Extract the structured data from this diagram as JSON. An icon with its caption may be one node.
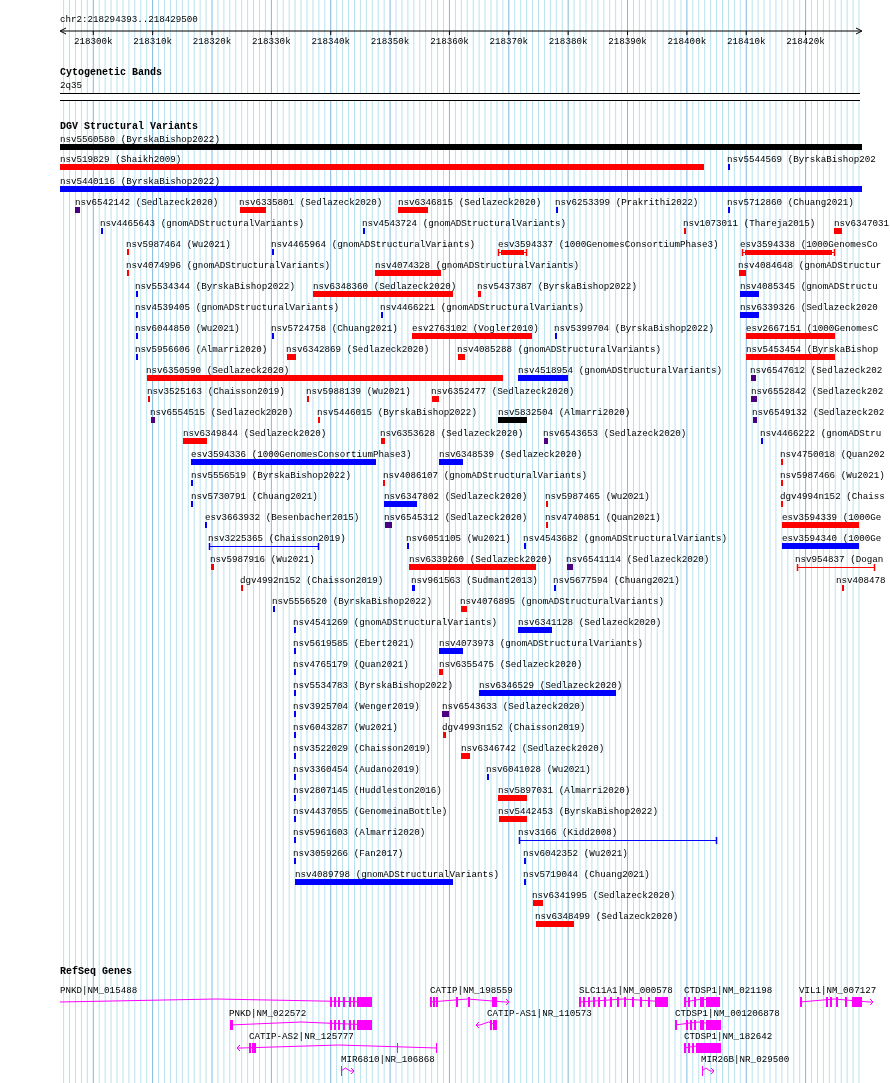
{
  "diagram": {
    "nodes": [
      {
        "text": [
          "2q35"
        ]
      },
      {
        "text": [
          "nsv5560580 (ByrskaBishop2022)"
        ]
      },
      {
        "text": [
          "nsv519829 (Shaikh2009)"
        ]
      },
      {
        "text": [
          "nsv5544569 (ByrskaBishop202"
        ]
      },
      {
        "text": [
          "nsv5440116 (ByrskaBishop2022)"
        ]
      },
      {
        "text": [
          "nsv6542142 (Sedlazeck2020)"
        ]
      },
      {
        "text": [
          "nsv6335801 (Sedlazeck2020)"
        ]
      },
      {
        "text": [
          "nsv6346815 (Sedlazeck2020)"
        ]
      },
      {
        "text": [
          "nsv6253399 (Prakrithi2022)"
        ]
      },
      {
        "text": [
          "nsv5712860 (Chuang2021)"
        ]
      },
      {
        "text": [
          "nsv4465643 (gnomADStructuralVariants)"
        ]
      },
      {
        "text": [
          "nsv4543724 (gnomADStructuralVariants)"
        ]
      },
      {
        "text": [
          "nsv1073011 (Thareja2015)"
        ]
      },
      {
        "text": [
          "nsv6347031"
        ]
      },
      {
        "text": [
          "nsv5987464 (Wu2021)"
        ]
      },
      {
        "text": [
          "nsv4465964 (gnomADStructuralVariants)"
        ]
      },
      {
        "text": [
          "esv3594337 (1000GenomesConsortiumPhase3)"
        ]
      },
      {
        "text": [
          "esv3594338 (1000GenomesCo"
        ]
      },
      {
        "text": [
          "nsv4074996 (gnomADStructuralVariants)"
        ]
      },
      {
        "text": [
          "nsv4074328 (gnomADStructuralVariants)"
        ]
      },
      {
        "text": [
          "nsv4084648 (gnomADStructur"
        ]
      },
      {
        "text": [
          "nsv5534344 (ByrskaBishop2022)"
        ]
      },
      {
        "text": [
          "nsv6348360 (Sedlazeck2020)"
        ]
      },
      {
        "text": [
          "nsv5437387 (ByrskaBishop2022)"
        ]
      },
      {
        "text": [
          "nsv4085345 (gnomADStructu"
        ]
      },
      {
        "text": [
          "nsv4539405 (gnomADStructuralVariants)"
        ]
      },
      {
        "text": [
          "nsv4466221 (gnomADStructuralVariants)"
        ]
      },
      {
        "text": [
          "nsv6339326 (Sedlazeck2020"
        ]
      },
      {
        "text": [
          "nsv6044850 (Wu2021)"
        ]
      },
      {
        "text": [
          "nsv5724758 (Chuang2021)"
        ]
      },
      {
        "text": [
          "esv2763102 (Vogler2010)"
        ]
      },
      {
        "text": [
          "nsv5399704 (ByrskaBishop2022)"
        ]
      },
      {
        "text": [
          "esv2667151 (1000GenomesC"
        ]
      },
      {
        "text": [
          "nsv5956606 (Almarri2020)"
        ]
      },
      {
        "text": [
          "nsv6342869 (Sedlazeck2020)"
        ]
      },
      {
        "text": [
          "nsv4085288 (gnomADStructuralVariants)"
        ]
      },
      {
        "text": [
          "nsv5453454 (ByrskaBishop"
        ]
      },
      {
        "text": [
          "nsv6350590 (Sedlazeck2020)"
        ]
      },
      {
        "text": [
          "nsv4518954 (gnomADStructuralVariants)"
        ]
      },
      {
        "text": [
          "nsv6547612 (Sedlazeck202"
        ]
      },
      {
        "text": [
          "nsv3525163 (Chaisson2019)"
        ]
      },
      {
        "text": [
          "nsv5988139 (Wu2021)"
        ]
      },
      {
        "text": [
          "nsv6352477 (Sedlazeck2020)"
        ]
      },
      {
        "text": [
          "nsv6552842 (Sedlazeck202"
        ]
      },
      {
        "text": [
          "nsv6554515 (Sedlazeck2020)"
        ]
      },
      {
        "text": [
          "nsv5446015 (ByrskaBishop2022)"
        ]
      },
      {
        "text": [
          "nsv5832504 (Almarri2020)"
        ]
      },
      {
        "text": [
          "nsv6549132 (Sedlazeck202"
        ]
      },
      {
        "text": [
          "nsv6349844 (Sedlazeck2020)"
        ]
      },
      {
        "text": [
          "nsv6353628 (Sedlazeck2020)"
        ]
      },
      {
        "text": [
          "nsv6543653 (Sedlazeck2020)"
        ]
      },
      {
        "text": [
          "nsv4466222 (gnomADStru"
        ]
      },
      {
        "text": [
          "esv3594336 (1000GenomesConsortiumPhase3)"
        ]
      },
      {
        "text": [
          "nsv6348539 (Sedlazeck2020)"
        ]
      },
      {
        "text": [
          "nsv4750018 (Quan202"
        ]
      },
      {
        "text": [
          "nsv5556519 (ByrskaBishop2022)"
        ]
      },
      {
        "text": [
          "nsv4086107 (gnomADStructuralVariants)"
        ]
      },
      {
        "text": [
          "nsv5987466 (Wu2021)"
        ]
      },
      {
        "text": [
          "nsv5730791 (Chuang2021)"
        ]
      },
      {
        "text": [
          "nsv6347802 (Sedlazeck2020)"
        ]
      },
      {
        "text": [
          "nsv5987465 (Wu2021)"
        ]
      },
      {
        "text": [
          "dgv4994n152 (Chaiss"
        ]
      },
      {
        "text": [
          "esv3663932 (Besenbacher2015)"
        ]
      },
      {
        "text": [
          "nsv6545312 (Sedlazeck2020)"
        ]
      },
      {
        "text": [
          "nsv4740851 (Quan2021)"
        ]
      },
      {
        "text": [
          "esv3594339 (1000Ge"
        ]
      },
      {
        "text": [
          "nsv3225365 (Chaisson2019)"
        ]
      },
      {
        "text": [
          "nsv6051105 (Wu2021)"
        ]
      },
      {
        "text": [
          "nsv4543682 (gnomADStructuralVariants)"
        ]
      },
      {
        "text": [
          "esv3594340 (1000Ge"
        ]
      },
      {
        "text": [
          "nsv5987916 (Wu2021)"
        ]
      },
      {
        "text": [
          "nsv6339260 (Sedlazeck2020)"
        ]
      },
      {
        "text": [
          "nsv6541114 (Sedlazeck2020)"
        ]
      },
      {
        "text": [
          "nsv954837 (Dogan"
        ]
      },
      {
        "text": [
          "dgv4992n152 (Chaisson2019)"
        ]
      },
      {
        "text": [
          "nsv961563 (Sudmant2013)"
        ]
      },
      {
        "text": [
          "nsv5677594 (Chuang2021)"
        ]
      },
      {
        "text": [
          "nsv408478"
        ]
      },
      {
        "text": [
          "nsv5556520 (ByrskaBishop2022)"
        ]
      },
      {
        "text": [
          "nsv4076895 (gnomADStructuralVariants)"
        ]
      },
      {
        "text": [
          "nsv4541269 (gnomADStructuralVariants)"
        ]
      },
      {
        "text": [
          "nsv6341128 (Sedlazeck2020)"
        ]
      },
      {
        "text": [
          "nsv5619585 (Ebert2021)"
        ]
      },
      {
        "text": [
          "nsv4073973 (gnomADStructuralVariants)"
        ]
      },
      {
        "text": [
          "nsv4765179 (Quan2021)"
        ]
      },
      {
        "text": [
          "nsv6355475 (Sedlazeck2020)"
        ]
      },
      {
        "text": [
          "nsv5534783 (ByrskaBishop2022)"
        ]
      },
      {
        "text": [
          "nsv6346529 (Sedlazeck2020)"
        ]
      },
      {
        "text": [
          "nsv3925704 (Wenger2019)"
        ]
      },
      {
        "text": [
          "nsv6543633 (Sedlazeck2020)"
        ]
      },
      {
        "text": [
          "nsv6043287 (Wu2021)"
        ]
      },
      {
        "text": [
          "dgv4993n152 (Chaisson2019)"
        ]
      },
      {
        "text": [
          "nsv3522029 (Chaisson2019)"
        ]
      },
      {
        "text": [
          "nsv6346742 (Sedlazeck2020)"
        ]
      },
      {
        "text": [
          "nsv3360454 (Audano2019)"
        ]
      },
      {
        "text": [
          "nsv6041028 (Wu2021)"
        ]
      },
      {
        "text": [
          "nsv2807145 (Huddleston2016)"
        ]
      },
      {
        "text": [
          "nsv5897031 (Almarri2020)"
        ]
      },
      {
        "text": [
          "nsv4437055 (GenomeinaBottle)"
        ]
      },
      {
        "text": [
          "nsv5442453 (ByrskaBishop2022)"
        ]
      },
      {
        "text": [
          "nsv5961603 (Almarri2020)"
        ]
      },
      {
        "text": [
          "nsv3166 (Kidd2008)"
        ]
      },
      {
        "text": [
          "nsv3059266 (Fan2017)"
        ]
      },
      {
        "text": [
          "nsv6042352 (Wu2021)"
        ]
      },
      {
        "text": [
          "nsv4089798 (gnomADStructuralVariants)"
        ]
      },
      {
        "text": [
          "nsv5719044 (Chuang2021)"
        ]
      },
      {
        "text": [
          "nsv6341995 (Sedlazeck2020)"
        ]
      },
      {
        "text": [
          "nsv6348499 (Sedlazeck2020)"
        ]
      },
      {
        "text": [
          "PNKD|NM_015488"
        ]
      },
      {
        "text": [
          "CATIP|NM_198559"
        ]
      },
      {
        "text": [
          "SLC11A1|NM_000578"
        ]
      },
      {
        "text": [
          "CTDSP1|NM_021198"
        ]
      },
      {
        "text": [
          "VIL1|NM_007127"
        ]
      },
      {
        "text": [
          "PNKD|NM_022572"
        ]
      },
      {
        "text": [
          "CATIP-AS1|NR_110573"
        ]
      },
      {
        "text": [
          "CTDSP1|NM_001206878"
        ]
      },
      {
        "text": [
          "CATIP-AS2|NR_125777"
        ]
      },
      {
        "text": [
          "CTDSP1|NM_182642"
        ]
      },
      {
        "text": [
          "MIR6810|NR_106868"
        ]
      },
      {
        "text": [
          "MIR26B|NR_029500"
        ]
      }
    ],
    "labels": [
      "chr2:218294393..218429500",
      "218300k",
      "218310k",
      "218320k",
      "218330k",
      "218340k",
      "218350k",
      "218360k",
      "218370k",
      "218380k",
      "218390k",
      "218400k",
      "218410k",
      "218420k",
      "Cytogenetic Bands",
      "DGV Structural Variants",
      "RefSeq Genes"
    ]
  }
}
